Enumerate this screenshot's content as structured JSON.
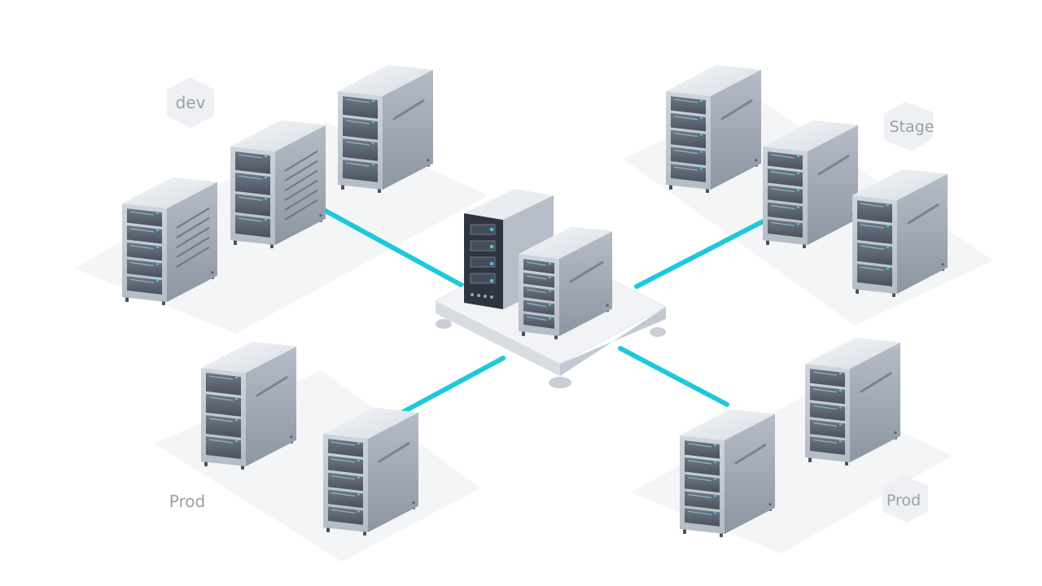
{
  "labels": {
    "dev": "dev",
    "stage": "Stage",
    "prod_left": "Prod",
    "prod_right": "Prod"
  },
  "colors": {
    "connector": "#1ec8dc",
    "server_light": "#e2e6ec",
    "server_mid": "#b7bec8",
    "server_dark": "#8a929e",
    "platform": "#f2f4f6",
    "zone_floor": "#f4f5f7",
    "label_text": "#9aa0a8",
    "badge_bg": "#eef0f3"
  },
  "icons": {
    "server": "server-rack-icon",
    "hub": "central-hub-server-icon"
  }
}
